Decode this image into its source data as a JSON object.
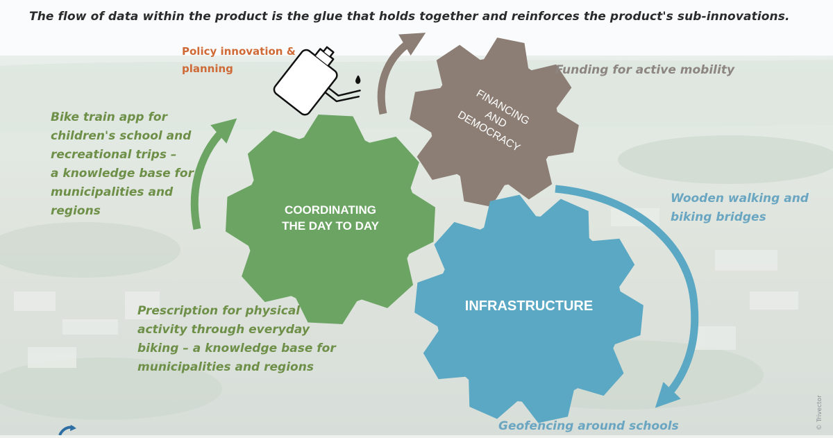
{
  "headline": "The flow of data within the product is the glue that holds together and reinforces the product's sub-innovations.",
  "gears": {
    "coordinating": {
      "lines": [
        "COORDINATING",
        "THE DAY TO DAY"
      ],
      "color": "#6ba463"
    },
    "financing": {
      "lines": [
        "FINANCING",
        "AND",
        "DEMOCRACY"
      ],
      "color": "#8c7e74"
    },
    "infrastructure": {
      "lines": [
        "INFRASTRUCTURE"
      ],
      "color": "#5ba8c4"
    }
  },
  "notes": {
    "policy": [
      "Policy innovation &",
      "planning"
    ],
    "bike_train": [
      "Bike train app for",
      "children's school and",
      "recreational trips –",
      "a knowledge base for",
      "municipalities and",
      "regions"
    ],
    "funding": [
      "Funding for active mobility"
    ],
    "wooden": [
      "Wooden walking and",
      "biking bridges"
    ],
    "prescription": [
      "Prescription for physical",
      "activity through everyday",
      "biking – a knowledge base for",
      "municipalities and regions"
    ],
    "geofencing": [
      "Geofencing around schools"
    ]
  },
  "copyright": "© Trivector",
  "icons": {
    "oil_can": "oil-can-icon",
    "logo": "logo-mark-icon"
  }
}
